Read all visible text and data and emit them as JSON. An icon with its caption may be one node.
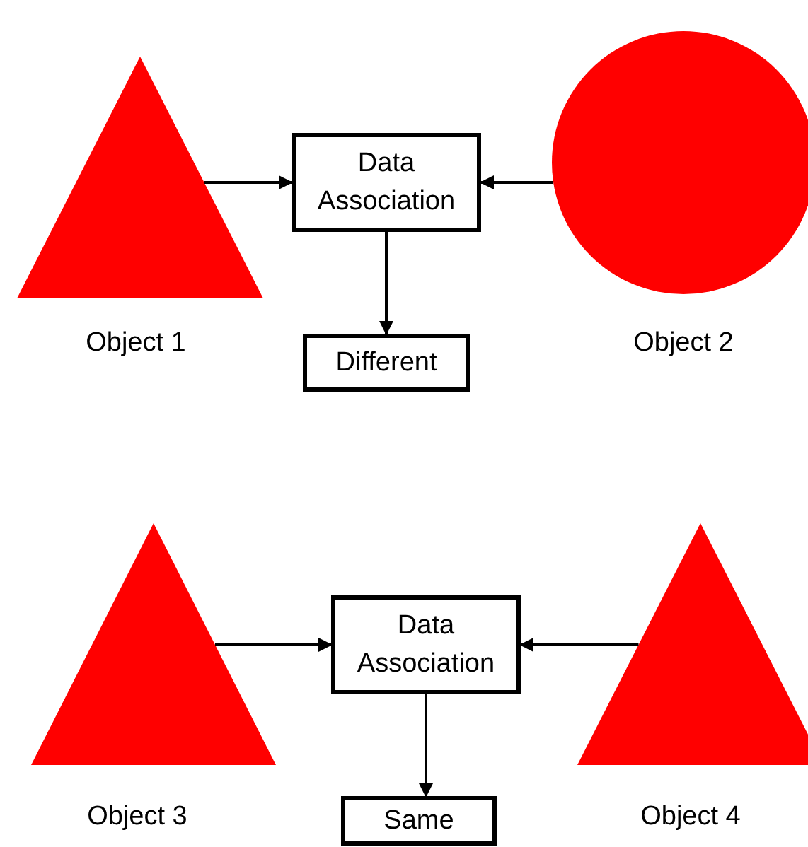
{
  "diagram": {
    "nodes": [
      {
        "text": [],
        "shape": "triangle",
        "beside": [
          "Object 1"
        ]
      },
      {
        "text": [
          "Data Association"
        ]
      },
      {
        "text": [],
        "shape": "circle",
        "beside": [
          "Object 2"
        ]
      },
      {
        "text": [
          "Different"
        ]
      },
      {
        "text": [],
        "shape": "triangle",
        "beside": [
          "Object 3"
        ]
      },
      {
        "text": [
          "Data Association"
        ]
      },
      {
        "text": [],
        "shape": "triangle",
        "beside": [
          "Object 4"
        ]
      },
      {
        "text": [
          "Same"
        ]
      }
    ],
    "edges": [
      {
        "from": 0,
        "to": 1,
        "arrow": "to"
      },
      {
        "from": 2,
        "to": 1,
        "arrow": "to"
      },
      {
        "from": 1,
        "to": 3,
        "arrow": "to"
      },
      {
        "from": 4,
        "to": 5,
        "arrow": "to"
      },
      {
        "from": 6,
        "to": 5,
        "arrow": "to"
      },
      {
        "from": 5,
        "to": 7,
        "arrow": "to"
      }
    ]
  }
}
